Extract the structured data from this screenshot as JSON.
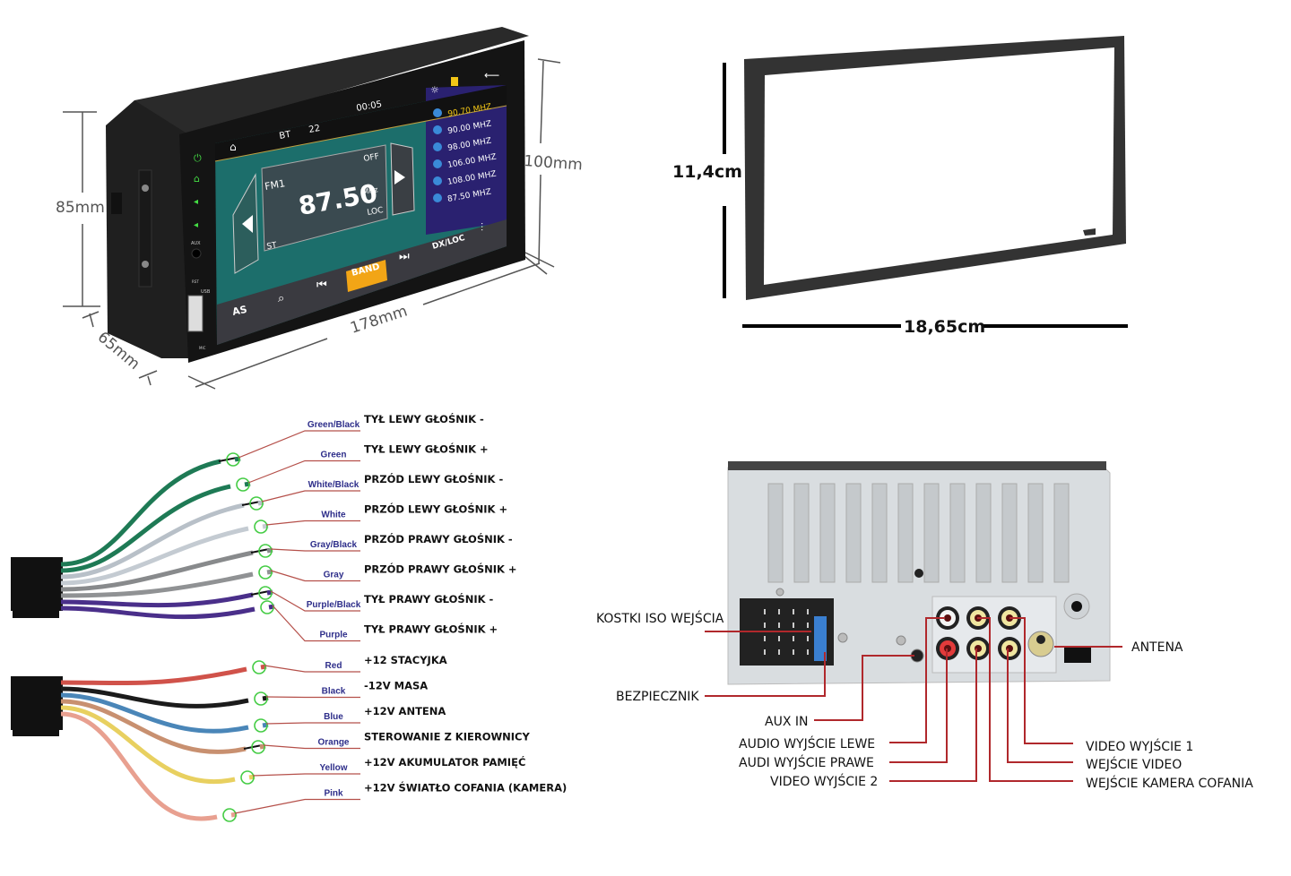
{
  "radio_front": {
    "dimensions": {
      "height_left": "85mm",
      "height_right": "100mm",
      "depth": "65mm",
      "width": "178mm"
    },
    "screen": {
      "clock": "00:05",
      "bt_label": "BT",
      "volume": "22",
      "band": "FM1",
      "frequency": "87.50",
      "unit": "MHz",
      "off_label": "OFF",
      "loc_label": "LOC",
      "st_label": "ST",
      "presets": [
        {
          "freq": "90.70",
          "unit": "MHZ",
          "active": true
        },
        {
          "freq": "90.00",
          "unit": "MHZ",
          "active": false
        },
        {
          "freq": "98.00",
          "unit": "MHZ",
          "active": false
        },
        {
          "freq": "106.00",
          "unit": "MHZ",
          "active": false
        },
        {
          "freq": "108.00",
          "unit": "MHZ",
          "active": false
        },
        {
          "freq": "87.50",
          "unit": "MHZ",
          "active": false
        }
      ],
      "buttons": [
        "AS",
        "search",
        "prev",
        "BAND",
        "next",
        "DX/LOC",
        "eq"
      ],
      "band_button_color": "#f2a516"
    },
    "side_labels": {
      "aux": "AUX",
      "usb": "USB",
      "rst": "RST",
      "mic": "MIC"
    }
  },
  "frame": {
    "height": "11,4cm",
    "width": "18,65cm"
  },
  "harness": {
    "connector_1": [
      {
        "color_name": "Green/Black",
        "function": "TYŁ LEWY GŁOŚNIK -",
        "wire": "#1e7a55",
        "stripe": "#111"
      },
      {
        "color_name": "Green",
        "function": "TYŁ LEWY GŁOŚNIK +",
        "wire": "#1e7a55",
        "stripe": null
      },
      {
        "color_name": "White/Black",
        "function": "PRZÓD LEWY GŁOŚNIK -",
        "wire": "#b8c0c8",
        "stripe": "#111"
      },
      {
        "color_name": "White",
        "function": "PRZÓD LEWY GŁOŚNIK +",
        "wire": "#c4cbd2",
        "stripe": null
      },
      {
        "color_name": "Gray/Black",
        "function": "PRZÓD PRAWY GŁOŚNIK -",
        "wire": "#888a8c",
        "stripe": "#111"
      },
      {
        "color_name": "Gray",
        "function": "PRZÓD PRAWY GŁOŚNIK +",
        "wire": "#909294",
        "stripe": null
      },
      {
        "color_name": "Purple/Black",
        "function": "TYŁ PRAWY GŁOŚNIK -",
        "wire": "#4a2f8a",
        "stripe": "#111"
      },
      {
        "color_name": "Purple",
        "function": "TYŁ PRAWY GŁOŚNIK +",
        "wire": "#4a2f8a",
        "stripe": null
      }
    ],
    "connector_2": [
      {
        "color_name": "Red",
        "function": "+12 STACYJKA",
        "wire": "#d0524a",
        "stripe": null
      },
      {
        "color_name": "Black",
        "function": "-12V MASA",
        "wire": "#1b1b1b",
        "stripe": null
      },
      {
        "color_name": "Blue",
        "function": "+12V ANTENA",
        "wire": "#4a86b8",
        "stripe": null
      },
      {
        "color_name": "Orange",
        "function": "STEROWANIE Z KIEROWNICY",
        "wire": "#c89070",
        "stripe": "#111"
      },
      {
        "color_name": "Yellow",
        "function": "+12V AKUMULATOR PAMIĘĆ",
        "wire": "#e8d060",
        "stripe": null
      },
      {
        "color_name": "Pink",
        "function": "+12V ŚWIATŁO COFANIA (KAMERA)",
        "wire": "#e8a090",
        "stripe": null
      }
    ],
    "leader_color": "#b5504a",
    "marker_color": "#44cc44"
  },
  "back_panel": {
    "labels": {
      "iso": "KOSTKI ISO WEJŚCIA",
      "fuse": "BEZPIECZNIK",
      "aux": "AUX IN",
      "audio_left": "AUDIO WYJŚCIE LEWE",
      "audio_right": "AUDI WYJŚCIE PRAWE",
      "video_out_2": "VIDEO WYJŚCIE 2",
      "video_out_1": "VIDEO WYJŚCIE 1",
      "video_in": "WEJŚCIE VIDEO",
      "camera_in": "WEJŚCIE KAMERA COFANIA",
      "antenna": "ANTENA"
    },
    "leader_color": "#b0282c"
  }
}
